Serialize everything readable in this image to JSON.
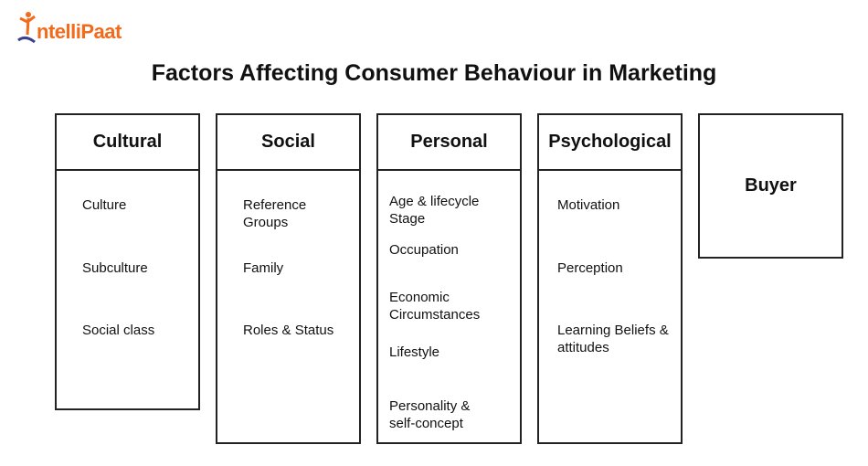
{
  "logo": {
    "text": "ntelliPaat",
    "full": "IntelliPaat"
  },
  "title": "Factors Affecting Consumer Behaviour in Marketing",
  "columns": [
    {
      "header": "Cultural",
      "items": [
        "Culture",
        "Subculture",
        "Social class"
      ]
    },
    {
      "header": "Social",
      "items": [
        "Reference Groups",
        "Family",
        "Roles & Status"
      ]
    },
    {
      "header": "Personal",
      "items": [
        "Age & lifecycle Stage",
        "Occupation",
        "Economic Circumstances",
        "Lifestyle",
        "Personality & self-concept"
      ]
    },
    {
      "header": "Psychological",
      "items": [
        "Motivation",
        "Perception",
        "Learning Beliefs & attitudes"
      ]
    }
  ],
  "buyer": "Buyer"
}
